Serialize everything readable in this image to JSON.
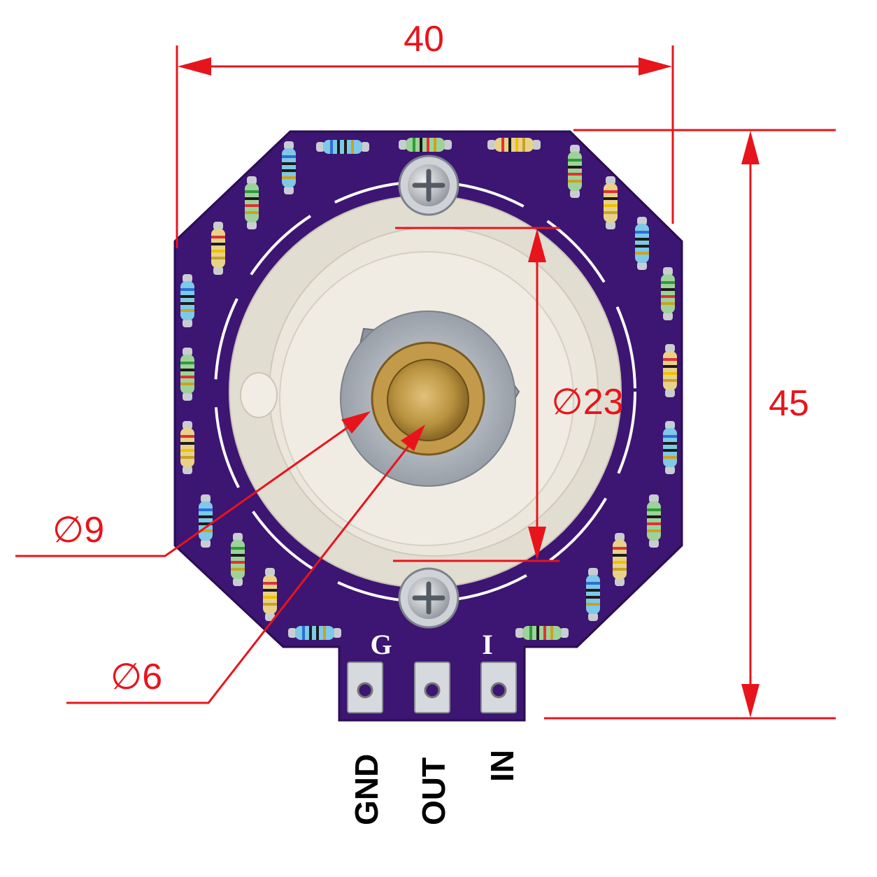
{
  "dimensions": {
    "width": "40",
    "height": "45",
    "diameter_body": "∅23",
    "diameter_nut": "∅9",
    "diameter_shaft": "∅6"
  },
  "silkscreen": {
    "left": "G",
    "right": "I"
  },
  "pins": [
    {
      "label": "GND"
    },
    {
      "label": "OUT"
    },
    {
      "label": "IN"
    }
  ],
  "colors": {
    "dimension_red": "#e8141c",
    "pcb_purple": "#3d1572",
    "switch_body": "#e6e1d6",
    "shaft_brass": "#b8923f"
  }
}
